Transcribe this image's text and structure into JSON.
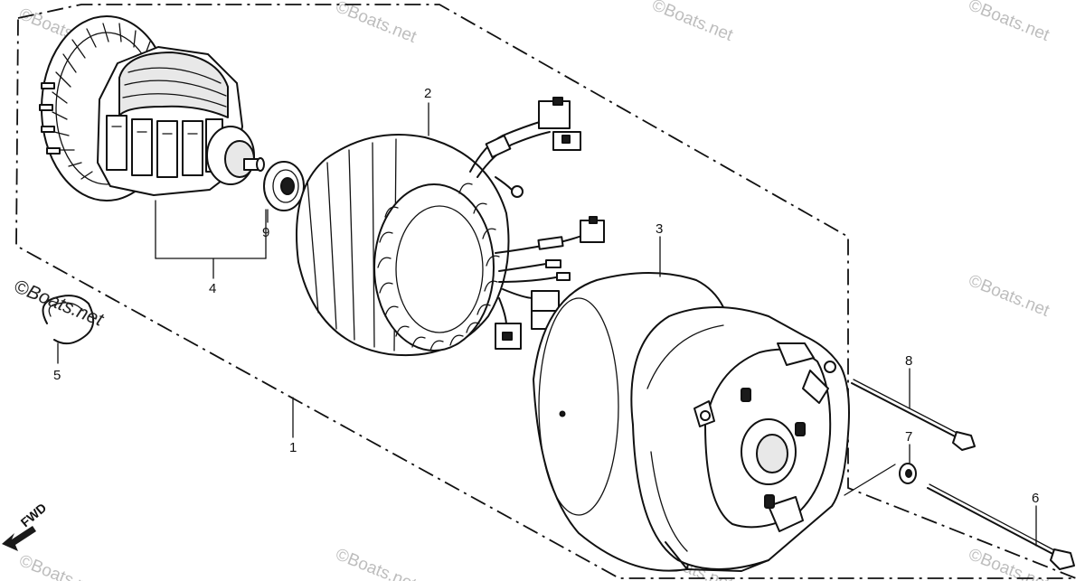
{
  "callouts": [
    {
      "id": "1",
      "text": "1"
    },
    {
      "id": "2",
      "text": "2"
    },
    {
      "id": "3",
      "text": "3"
    },
    {
      "id": "4",
      "text": "4"
    },
    {
      "id": "5",
      "text": "5"
    },
    {
      "id": "6",
      "text": "6"
    },
    {
      "id": "7",
      "text": "7"
    },
    {
      "id": "8",
      "text": "8"
    },
    {
      "id": "9",
      "text": "9"
    }
  ],
  "direction_label": "FWD",
  "watermark": "©Boats.net",
  "colors": {
    "ink": "#111111",
    "watermark": "#bdbdbd",
    "background": "#ffffff"
  }
}
